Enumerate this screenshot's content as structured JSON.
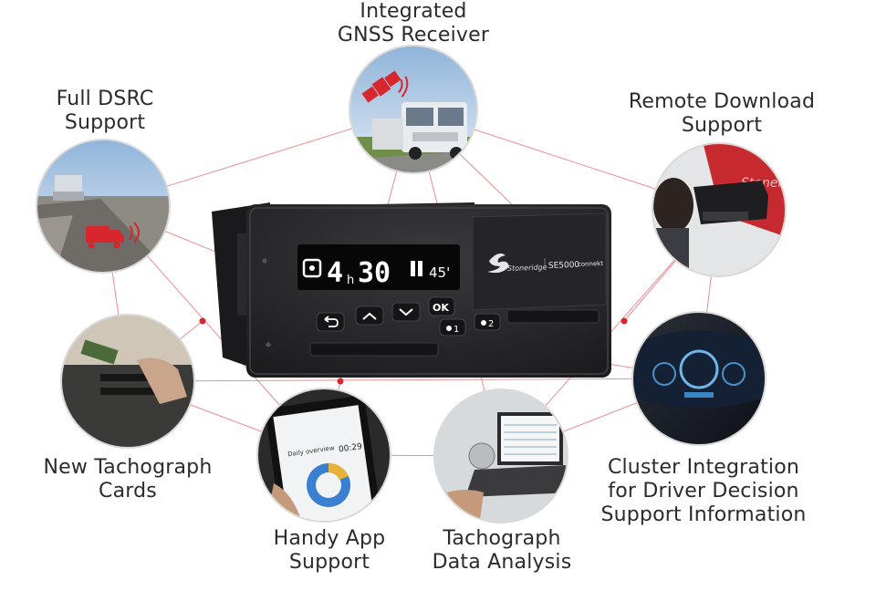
{
  "features": [
    {
      "id": "gnss",
      "lines": [
        "Integrated",
        "GNSS Receiver"
      ]
    },
    {
      "id": "dsrc",
      "lines": [
        "Full DSRC",
        "Support"
      ]
    },
    {
      "id": "remote",
      "lines": [
        "Remote Download",
        "Support"
      ]
    },
    {
      "id": "cards",
      "lines": [
        "New Tachograph",
        "Cards"
      ]
    },
    {
      "id": "cluster",
      "lines": [
        "Cluster Integration",
        "for Driver Decision",
        "Support Information"
      ]
    },
    {
      "id": "app",
      "lines": [
        "Handy App",
        "Support"
      ]
    },
    {
      "id": "analysis",
      "lines": [
        "Tachograph",
        "Data Analysis"
      ]
    }
  ],
  "device": {
    "brand": "Stoneridge",
    "model": "SE5000",
    "model_suffix": "connekt",
    "display_hours": "4",
    "display_h": "h",
    "display_minutes": "30",
    "display_rest": "45'",
    "ok_label": "OK",
    "slot1_label": "1",
    "slot2_label": "2"
  },
  "app_screen": {
    "title": "Daily overview",
    "time": "00:29"
  },
  "colors": {
    "accent_red": "#d7262c",
    "device_body": "#2c2c2e",
    "display_text": "#ffffff",
    "label_text": "#2b2b2b",
    "connector": "#d7262c"
  }
}
